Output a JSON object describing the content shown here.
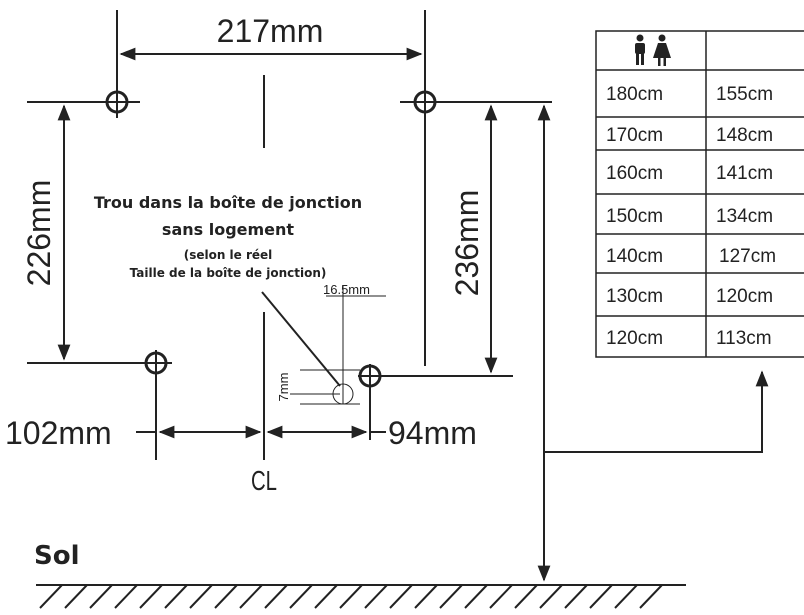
{
  "dimensions": {
    "top_width": "217mm",
    "left_height": "226mm",
    "right_height": "236mm",
    "left_offset": "102mm",
    "right_offset": "94mm",
    "hole_diameter": "16.5mm",
    "hole_offset": "7mm"
  },
  "note": {
    "line1": "Trou dans la boîte de jonction",
    "line2": "sans logement",
    "sub1": "(selon le réel",
    "sub2": "Taille de la boîte de jonction)"
  },
  "centerline_label": "CL",
  "floor_label": "Sol",
  "table": {
    "header_icons": [
      "man-icon",
      "woman-icon"
    ],
    "rows": [
      [
        "180cm",
        "155cm"
      ],
      [
        "170cm",
        "148cm"
      ],
      [
        "160cm",
        "141cm"
      ],
      [
        "150cm",
        "134cm"
      ],
      [
        "140cm",
        "127cm"
      ],
      [
        "130cm",
        "120cm"
      ],
      [
        "120cm",
        "113cm"
      ]
    ]
  },
  "colors": {
    "ink": "#222222"
  }
}
